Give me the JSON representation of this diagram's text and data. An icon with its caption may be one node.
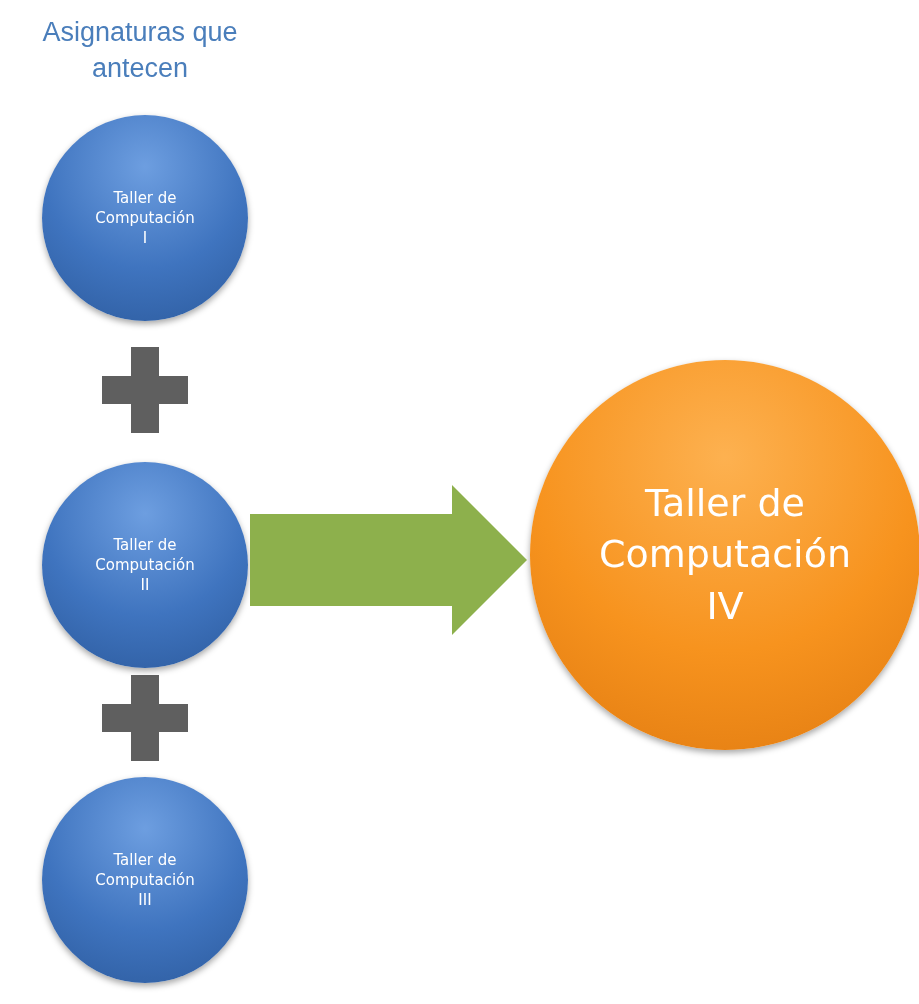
{
  "diagram": {
    "title": "Asignaturas que antecen",
    "nodes": [
      {
        "text": [
          "Taller de Computación I"
        ]
      },
      {
        "text": [
          "Taller de Computación II"
        ]
      },
      {
        "text": [
          "Taller de Computación III"
        ]
      },
      {
        "text": [
          "Taller de Computación IV"
        ]
      }
    ],
    "edges": [
      {
        "from": 1,
        "to": 3,
        "arrow": "to",
        "color": "#8db04c"
      }
    ]
  }
}
